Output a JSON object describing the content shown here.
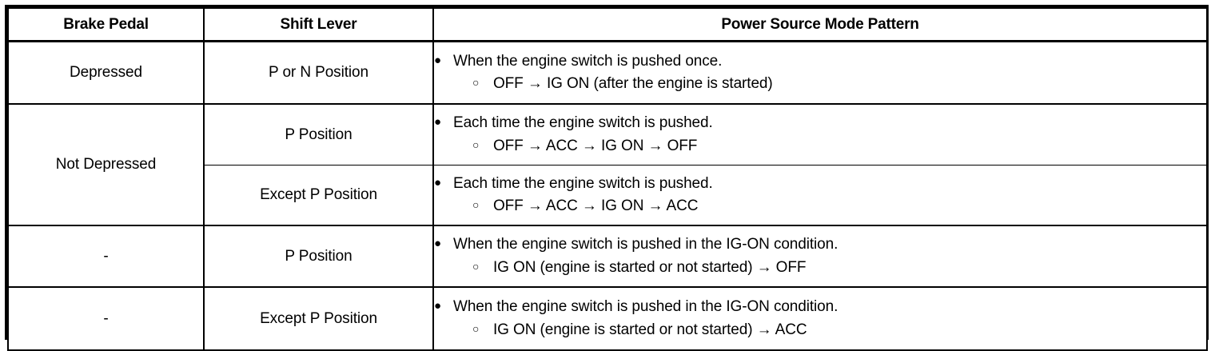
{
  "table": {
    "headers": {
      "brake_pedal": "Brake Pedal",
      "shift_lever": "Shift Lever",
      "power_source": "Power Source Mode Pattern"
    },
    "glyphs": {
      "filled_bullet": "●",
      "hollow_bullet": "○",
      "arrow": "→",
      "dash": "-"
    },
    "rows": [
      {
        "brake_pedal": "Depressed",
        "shift_lever": "P or N Position",
        "bullet": "When the engine switch is pushed once.",
        "sub": "OFF → IG ON (after the engine is started)"
      },
      {
        "brake_pedal": "Not Depressed",
        "shift_lever": "P Position",
        "bullet": "Each time the engine switch is pushed.",
        "sub": "OFF → ACC → IG ON → OFF"
      },
      {
        "brake_pedal": "",
        "shift_lever": "Except P Position",
        "bullet": "Each time the engine switch is pushed.",
        "sub": "OFF → ACC → IG ON → ACC"
      },
      {
        "brake_pedal": "-",
        "shift_lever": "P Position",
        "bullet": "When the engine switch is pushed in the IG-ON condition.",
        "sub": "IG ON (engine is started or not started) → OFF"
      },
      {
        "brake_pedal": "-",
        "shift_lever": "Except P Position",
        "bullet": "When the engine switch is pushed in the IG-ON condition.",
        "sub": "IG ON (engine is started or not started) → ACC"
      }
    ]
  },
  "colors": {
    "border": "#000000",
    "background": "#ffffff",
    "text": "#000000"
  }
}
